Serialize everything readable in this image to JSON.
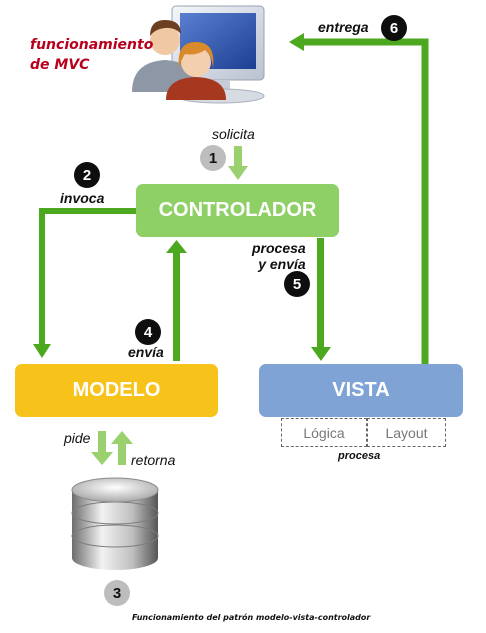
{
  "title": {
    "line1": "funcionamiento",
    "line2": "de MVC"
  },
  "nodes": {
    "controlador": "CONTROLADOR",
    "modelo": "MODELO",
    "vista": "VISTA",
    "logica": "Lógica",
    "layout": "Layout"
  },
  "steps": [
    {
      "number": "1",
      "label": "solicita"
    },
    {
      "number": "2",
      "label": "invoca"
    },
    {
      "number": "3",
      "label": ""
    },
    {
      "number": "4",
      "label": "envía"
    },
    {
      "number": "5",
      "label_line1": "procesa",
      "label_line2": "y envía"
    },
    {
      "number": "6",
      "label": "entrega"
    }
  ],
  "db_labels": {
    "pide": "pide",
    "retorna": "retorna"
  },
  "vista_note": "procesa",
  "caption": "Funcionamiento del patrón modelo-vista-controlador",
  "colors": {
    "arrow_green": "#4ca81e",
    "arrow_light_green": "#9bd06e",
    "controlador": "#8ecf66",
    "modelo": "#f7c31a",
    "vista": "#7fa3d5",
    "title_red": "#b8001c"
  },
  "icons": [
    "users-computer-icon",
    "database-icon"
  ]
}
